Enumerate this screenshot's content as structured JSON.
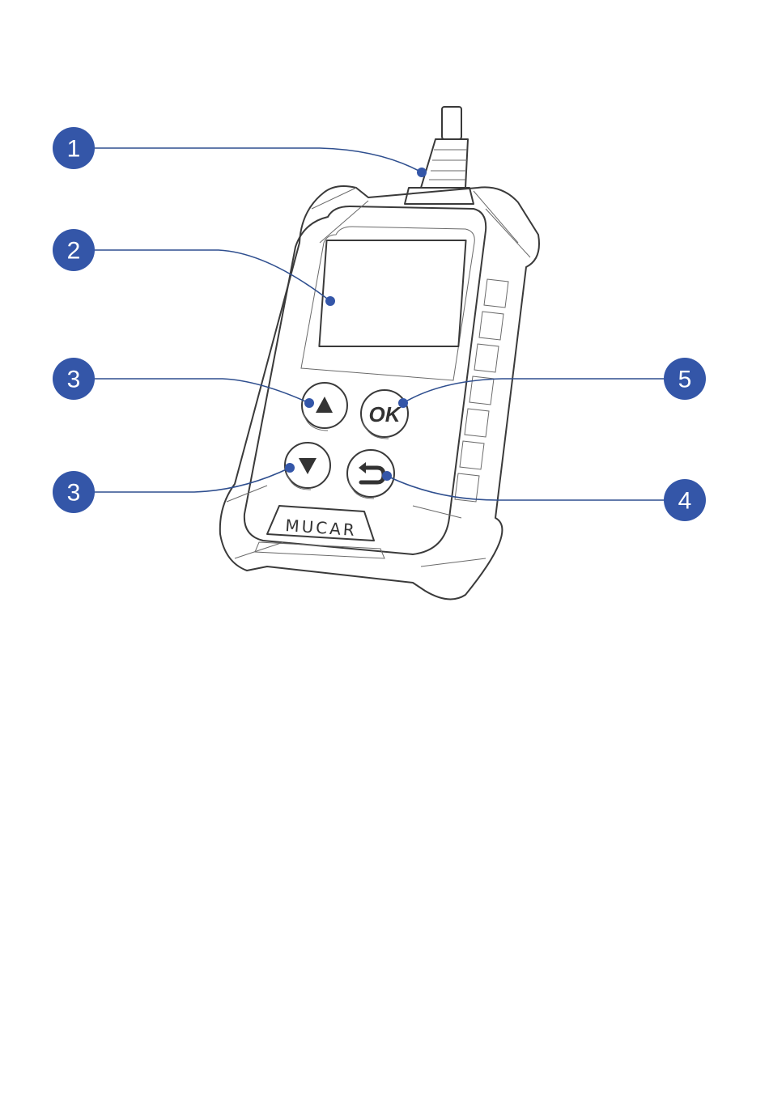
{
  "brand_logo": "MUCAR",
  "buttons": {
    "up": {
      "glyph": "▲"
    },
    "down": {
      "glyph": "▼"
    },
    "ok": {
      "label": "OK"
    },
    "back": {
      "glyph": "⮌"
    }
  },
  "callouts": [
    {
      "id": "c1",
      "number": "1",
      "target": "connector-cable"
    },
    {
      "id": "c2",
      "number": "2",
      "target": "lcd-screen"
    },
    {
      "id": "c3a",
      "number": "3",
      "target": "up-button"
    },
    {
      "id": "c3b",
      "number": "3",
      "target": "down-button"
    },
    {
      "id": "c4",
      "number": "4",
      "target": "back-button"
    },
    {
      "id": "c5",
      "number": "5",
      "target": "ok-button"
    }
  ],
  "colors": {
    "callout_fill": "#3456a8",
    "callout_text": "#ffffff",
    "line_art": "#3a3a3a"
  }
}
